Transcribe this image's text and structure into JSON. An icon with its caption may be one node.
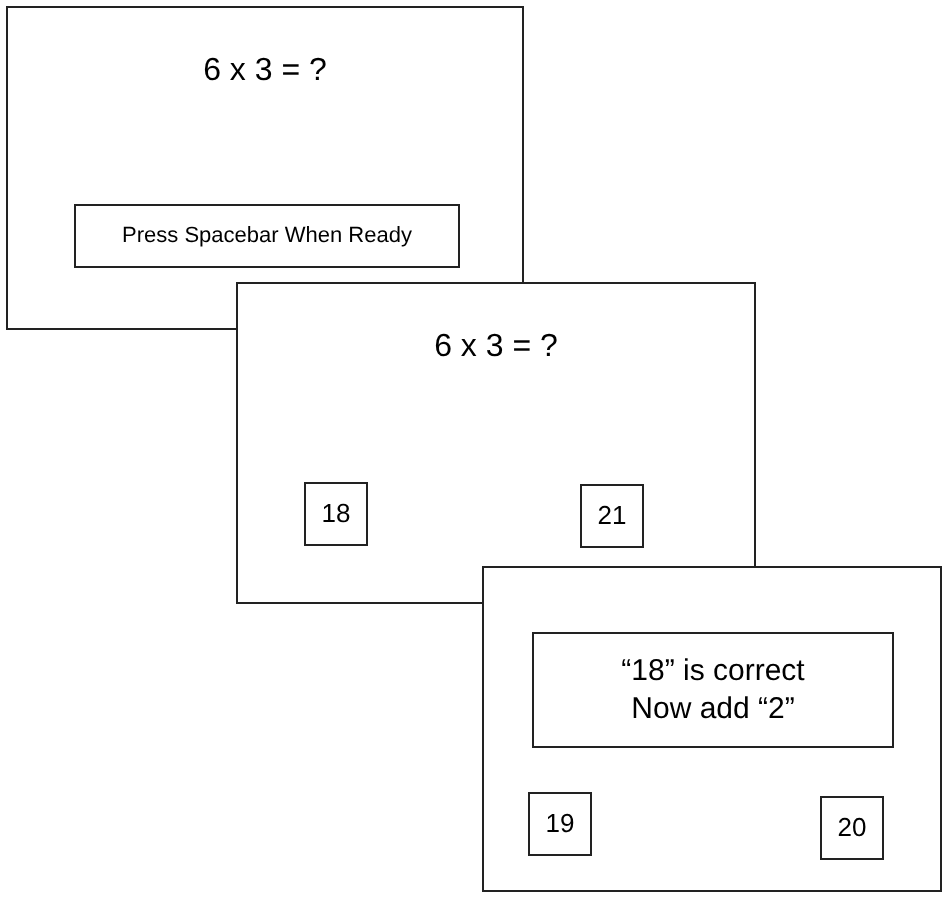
{
  "diagram": {
    "nodes": [
      {
        "text": [
          "6 x 3 = ?"
        ]
      },
      {
        "text": [
          "Press Spacebar When Ready"
        ],
        "in": 0
      },
      {
        "text": [
          "6 x 3 = ?"
        ]
      },
      {
        "text": [
          "18"
        ],
        "in": 2
      },
      {
        "text": [
          "21"
        ],
        "in": 2
      },
      {
        "text": [],
        "shape": "box"
      },
      {
        "text": [
          "“18” is correct Now add “2”"
        ],
        "in": 5
      },
      {
        "text": [
          "19"
        ],
        "in": 5
      },
      {
        "text": [
          "20"
        ],
        "in": 5
      }
    ]
  }
}
